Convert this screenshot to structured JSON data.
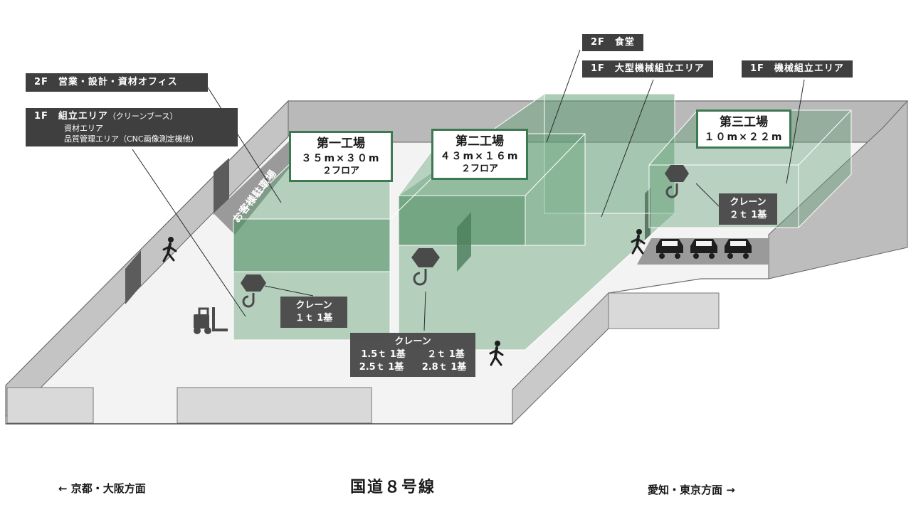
{
  "labels": {
    "office_2f": "2F　営業・設計・資材オフィス",
    "assembly_1f": {
      "line1": "1F　組立エリア",
      "line1_note": "（クリーンブース）",
      "line2": "資材エリア",
      "line3": "品質管理エリア（CNC画像測定機他）"
    },
    "cafeteria_2f": "2F　食堂",
    "large_assembly_1f": "1F　大型機械組立エリア",
    "machine_assembly_1f": "1F　機械組立エリア"
  },
  "factories": [
    {
      "name": "第一工場",
      "dims": "３５m×３０m",
      "floors": "２フロア"
    },
    {
      "name": "第二工場",
      "dims": "４３m×１６m",
      "floors": "２フロア"
    },
    {
      "name": "第三工場",
      "dims": "１０m×２２m"
    }
  ],
  "cranes": {
    "factory1": {
      "title": "クレーン",
      "line": "１ｔ 1基"
    },
    "factory2": {
      "title": "クレーン",
      "row1_a": "1.5ｔ 1基",
      "row1_b": "２ｔ 1基",
      "row2_a": "2.5ｔ 1基",
      "row2_b": "2.8ｔ 1基"
    },
    "factory3": {
      "title": "クレーン",
      "line": "２ｔ 1基"
    }
  },
  "entrance": "お客様駐車場",
  "road": {
    "left": "← 京都・大阪方面",
    "center": "国道８号線",
    "right": "愛知・東京方面 →"
  },
  "colors": {
    "building_fill": "#5f9e73",
    "sign_border": "#3d7a52",
    "label_bg": "#3f3f3f"
  }
}
